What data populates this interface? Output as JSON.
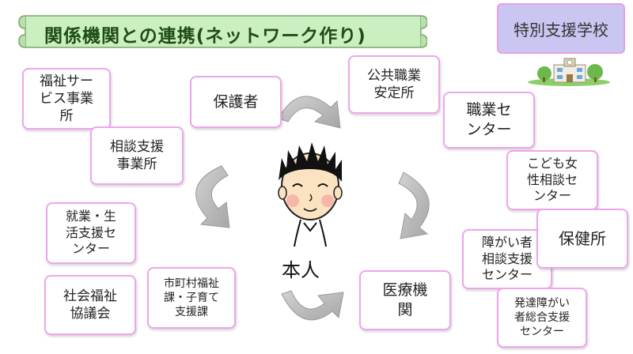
{
  "title": "関係機関との連携(ネットワーク作り)",
  "school_label": "特別支援学校",
  "center_label": "本人",
  "nodes": [
    {
      "id": "welfare-service-office",
      "label": "福祉サー\nビス事業\n所"
    },
    {
      "id": "consultation-support-office",
      "label": "相談支援\n事業所"
    },
    {
      "id": "guardian",
      "label": "保護者"
    },
    {
      "id": "public-employment-office",
      "label": "公共職業\n安定所"
    },
    {
      "id": "vocational-center",
      "label": "職業セ\nンター"
    },
    {
      "id": "child-women-center",
      "label": "こども女\n性相談セ\nンター"
    },
    {
      "id": "health-center",
      "label": "保健所"
    },
    {
      "id": "employment-living-support-center",
      "label": "就業・生\n活支援セ\nンター"
    },
    {
      "id": "disability-consultation-center",
      "label": "障がい者\n相談支援\nセンター"
    },
    {
      "id": "social-welfare-council",
      "label": "社会福祉\n協議会"
    },
    {
      "id": "municipal-welfare-division",
      "label": "市町村福祉\n課・子育て\n支援課"
    },
    {
      "id": "medical-institution",
      "label": "医療機\n関"
    },
    {
      "id": "developmental-disability-center",
      "label": "発達障がい\n者総合支援\nセンター"
    }
  ],
  "colors": {
    "banner_fill": "#ccefc2",
    "banner_border": "#7aa866",
    "title_text": "#1f4d14",
    "school_fill": "#c9c7f2",
    "node_border": "#eea6ea",
    "arrow_fill": "#b9b9b9"
  },
  "icons": [
    "school-building-icon",
    "boy-face-icon",
    "cycle-arrow-icon"
  ]
}
